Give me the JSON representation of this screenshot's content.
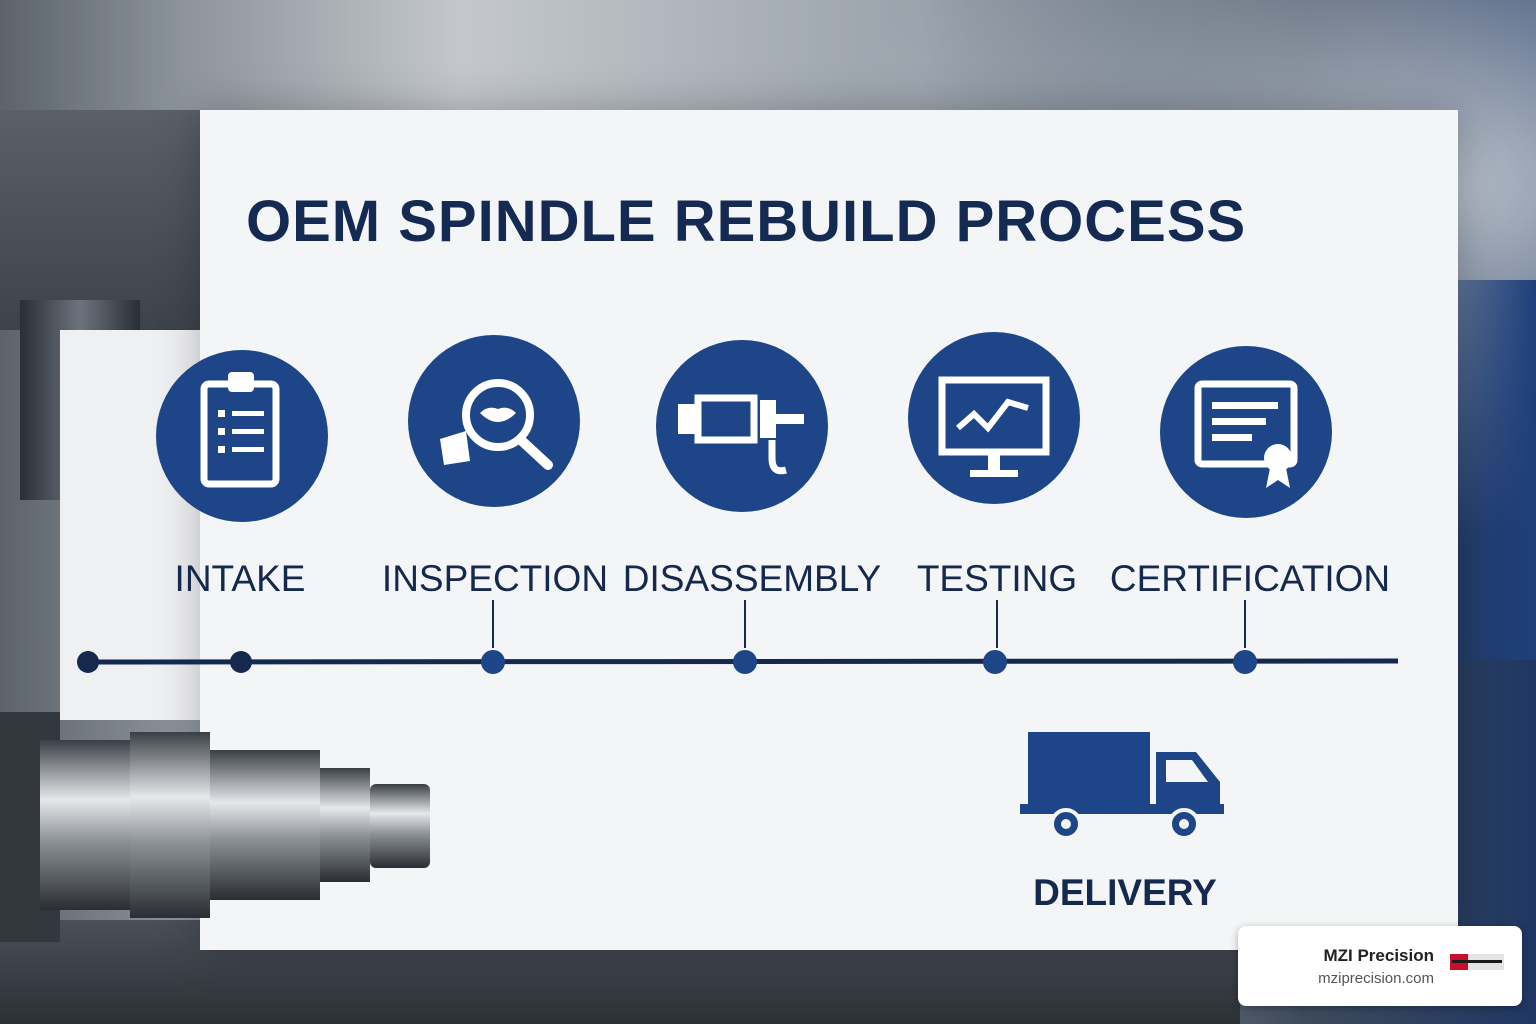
{
  "title": "OEM SPINDLE REBUILD PROCESS",
  "steps": [
    {
      "label": "INTAKE",
      "icon": "clipboard-icon"
    },
    {
      "label": "INSPECTION",
      "icon": "magnifier-icon"
    },
    {
      "label": "DISASSEMBLY",
      "icon": "spindle-disassembly-icon"
    },
    {
      "label": "TESTING",
      "icon": "monitor-chart-icon"
    },
    {
      "label": "CERTIFICATION",
      "icon": "certificate-icon"
    }
  ],
  "final_step": {
    "label": "DELIVERY",
    "icon": "truck-icon"
  },
  "brand": {
    "name": "MZI Precision",
    "url": "mziprecision.com",
    "logo_text": "MZI PRECISION"
  },
  "colors": {
    "accent": "#1d4587",
    "text": "#152a52",
    "panel": "#f4f5f6"
  }
}
